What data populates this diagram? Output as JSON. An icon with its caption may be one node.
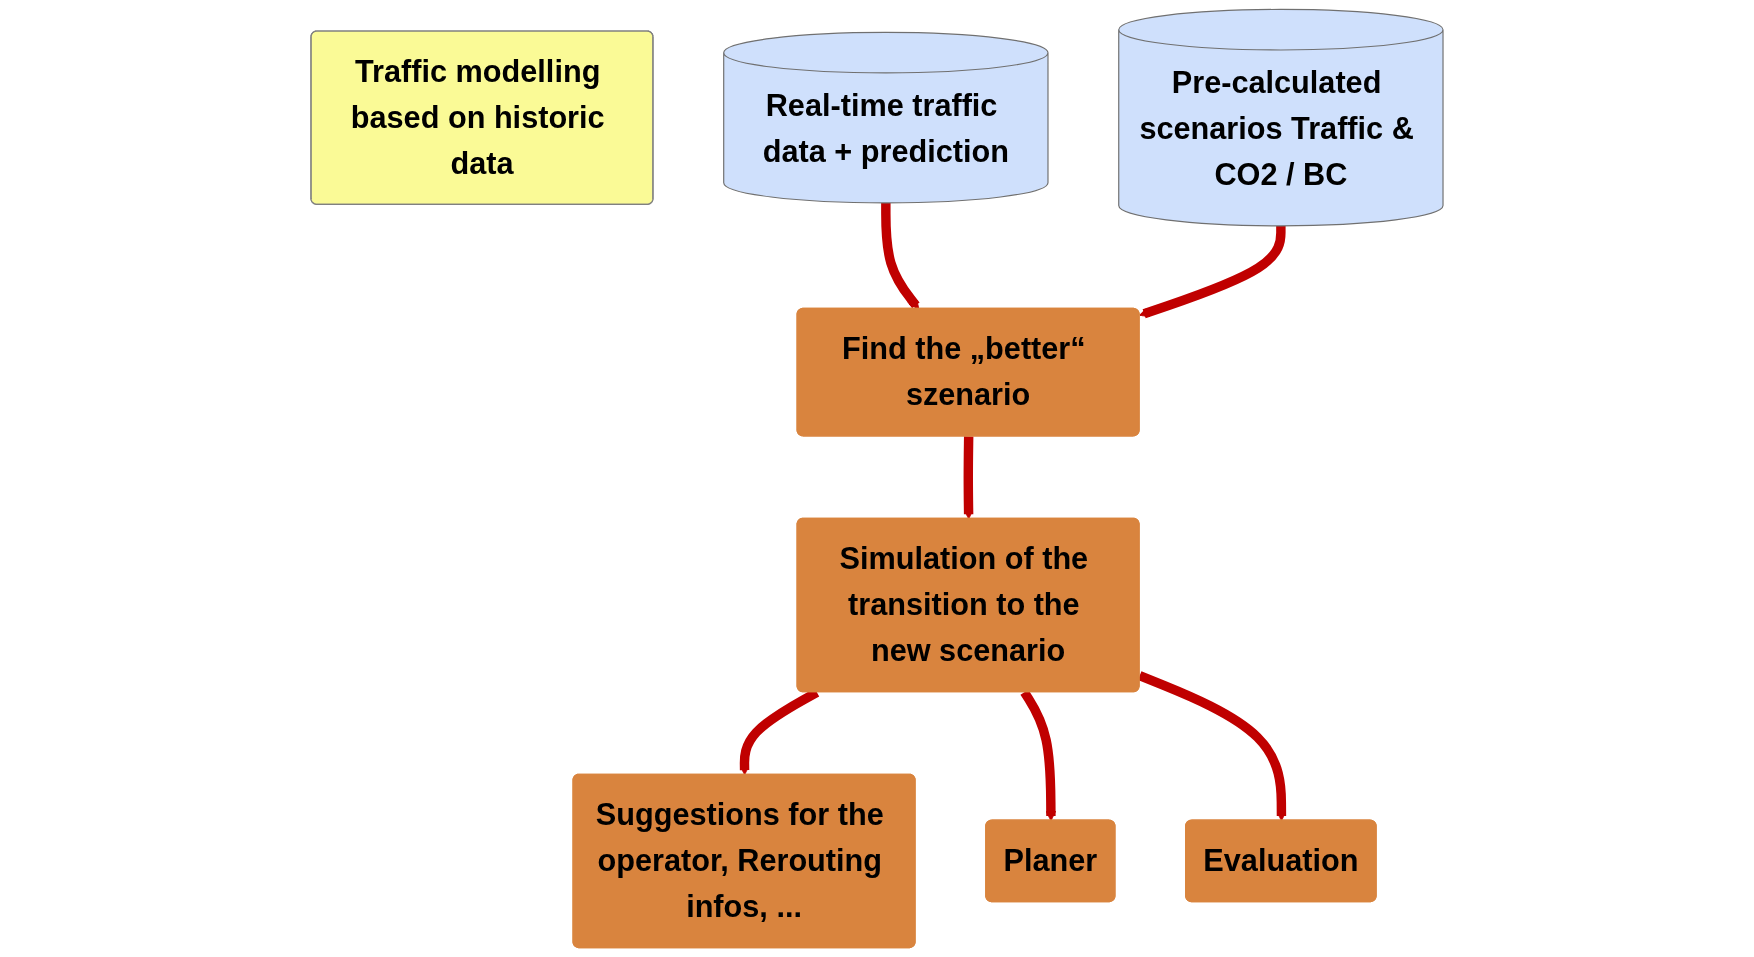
{
  "diagram": {
    "nodes": [
      {
        "text": [
          "Traffic modelling based on historic data"
        ]
      },
      {
        "text": [
          "Real-time traffic data + prediction"
        ]
      },
      {
        "text": [
          "Pre-calculated scenarios Traffic & CO2 / BC"
        ]
      },
      {
        "text": [
          "Find the „better“ szenario"
        ]
      },
      {
        "text": [
          "Simulation of the transition to the new scenario"
        ]
      },
      {
        "text": [
          "Suggestions for the operator, Rerouting infos, ..."
        ]
      },
      {
        "text": [
          "Planer"
        ]
      },
      {
        "text": [
          "Evaluation"
        ]
      }
    ],
    "edges": [
      {
        "from": 1,
        "to": 3,
        "arrow": "to"
      },
      {
        "from": 2,
        "to": 3,
        "arrow": "to"
      },
      {
        "from": 3,
        "to": 4,
        "arrow": "to"
      },
      {
        "from": 4,
        "to": 5,
        "arrow": "to"
      },
      {
        "from": 4,
        "to": 6,
        "arrow": "to"
      },
      {
        "from": 4,
        "to": 7,
        "arrow": "to"
      }
    ]
  }
}
